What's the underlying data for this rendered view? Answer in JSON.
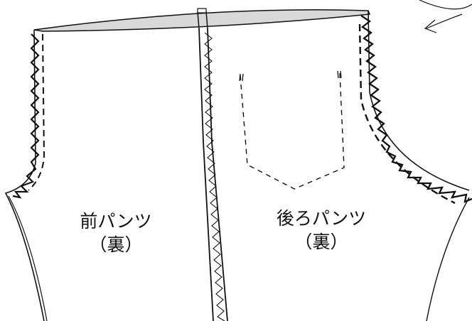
{
  "front_panel": {
    "name": "前パンツ",
    "side": "（裏）"
  },
  "back_panel": {
    "name": "後ろパンツ",
    "side": "（裏）"
  },
  "colors": {
    "waistband_fill": "#d9d9d9",
    "line": "#111111",
    "background": "#ffffff"
  }
}
